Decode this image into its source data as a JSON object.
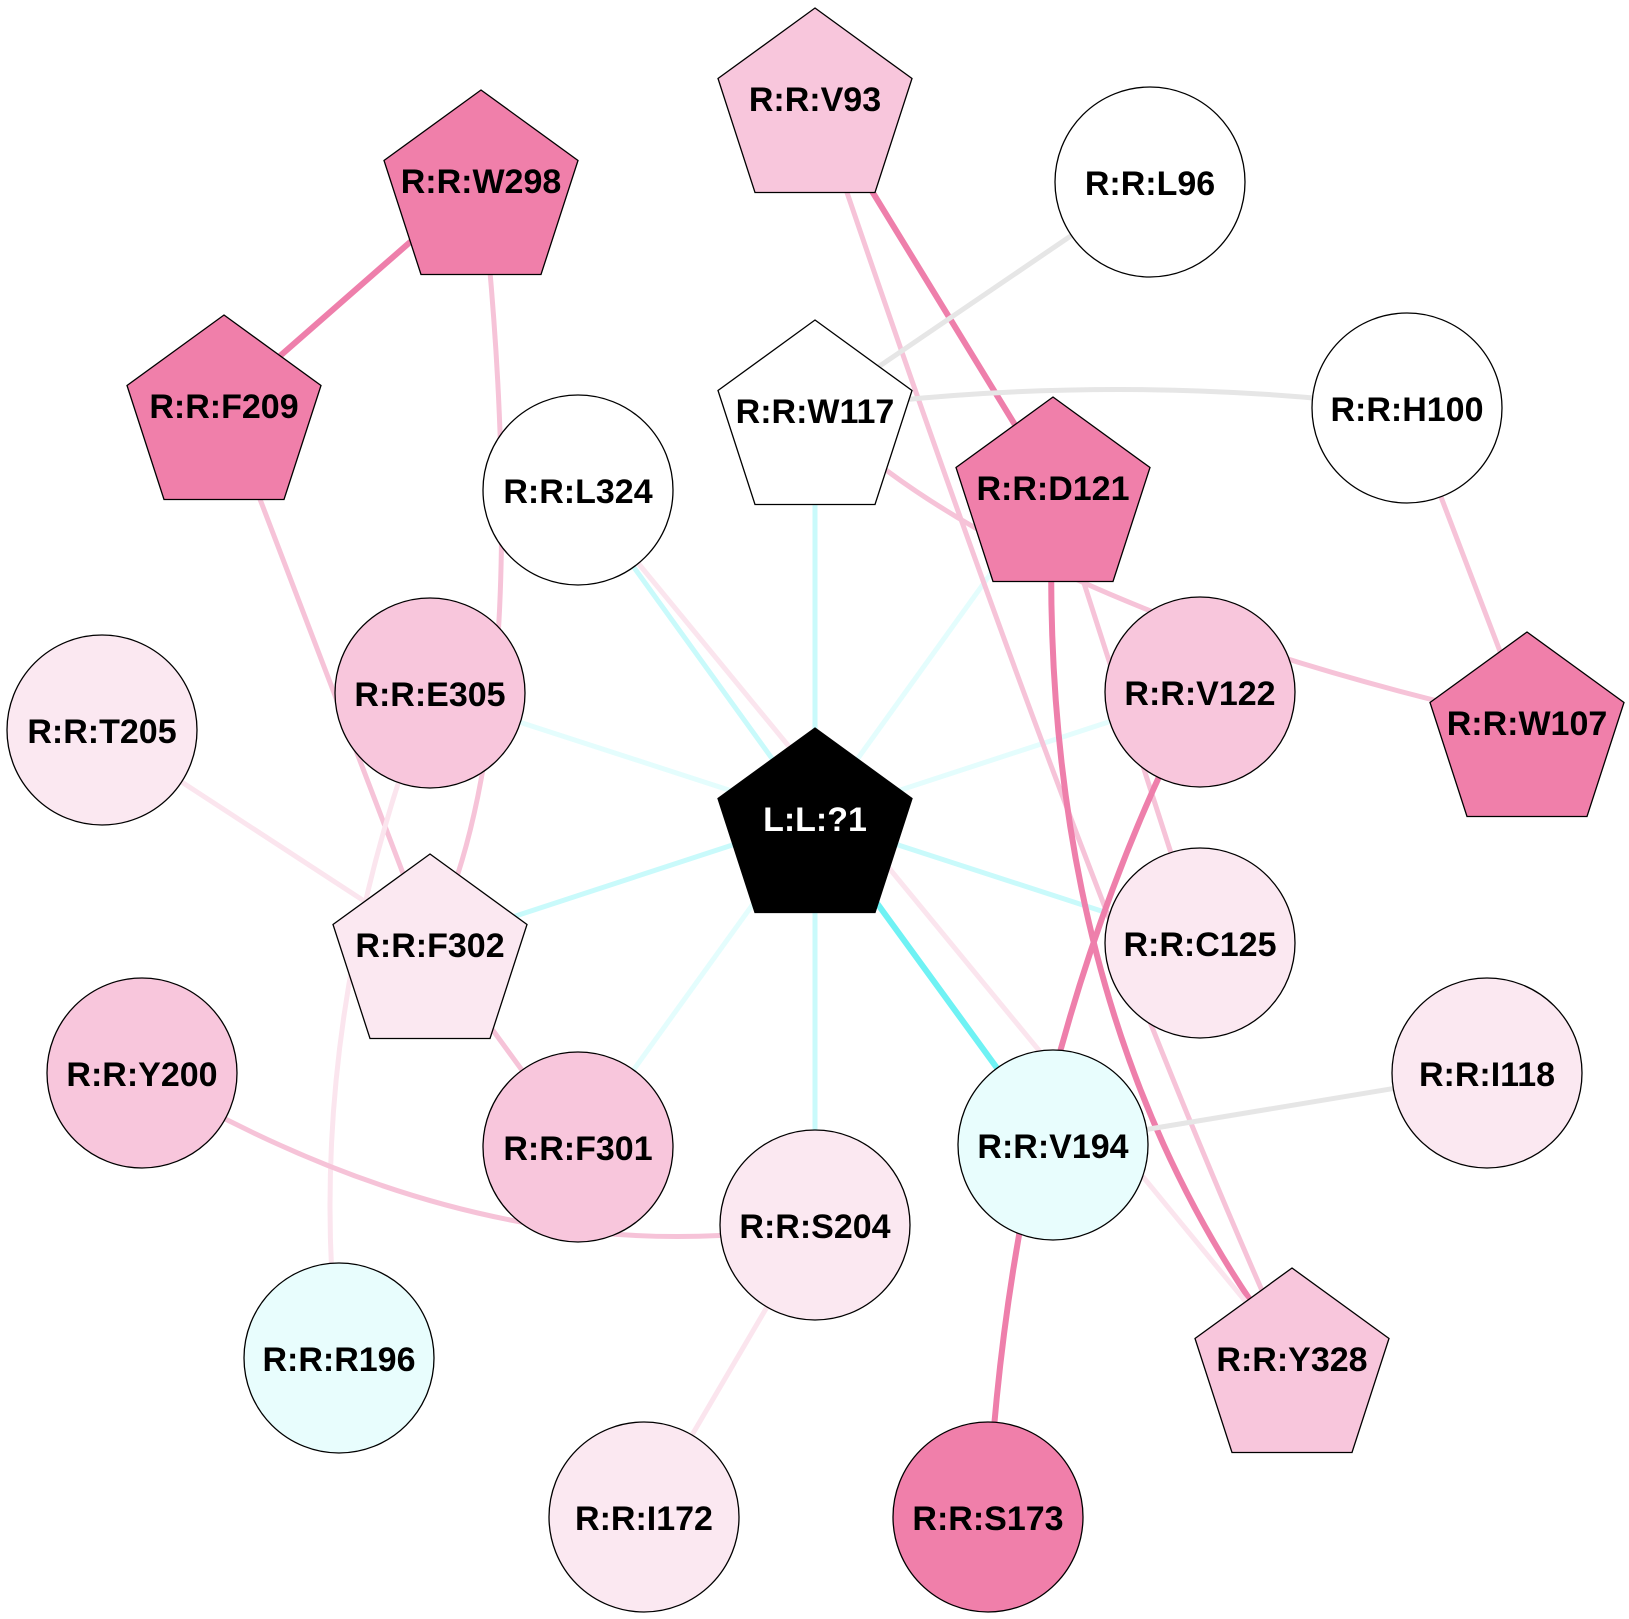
{
  "palette": {
    "strong_pink": "#f07faa",
    "light_pink": "#f8c6dc",
    "pale_pink": "#fbe8f1",
    "white": "#ffffff",
    "pale_cyan": "#e8fdfd",
    "ligand": "#000000",
    "edge_cyan_strong": "#6ff2f4",
    "edge_cyan": "#c9fafb",
    "edge_cyan_faint": "#e4fdfd",
    "edge_pink_strong": "#ee7fab",
    "edge_pink": "#f6c3d8",
    "edge_pink_faint": "#fbe5ee",
    "edge_gray": "#e6e6e6"
  },
  "nodes": [
    {
      "id": "L:L:?1",
      "label": "L:L:?1",
      "shape": "pentagon",
      "fill": "ligand",
      "text_color": "#ffffff"
    },
    {
      "id": "R:R:V93",
      "label": "R:R:V93",
      "shape": "pentagon",
      "fill": "light_pink"
    },
    {
      "id": "R:R:W298",
      "label": "R:R:W298",
      "shape": "pentagon",
      "fill": "strong_pink"
    },
    {
      "id": "R:R:L96",
      "label": "R:R:L96",
      "shape": "circle",
      "fill": "white"
    },
    {
      "id": "R:R:F209",
      "label": "R:R:F209",
      "shape": "pentagon",
      "fill": "strong_pink"
    },
    {
      "id": "R:R:W117",
      "label": "R:R:W117",
      "shape": "pentagon",
      "fill": "white"
    },
    {
      "id": "R:R:H100",
      "label": "R:R:H100",
      "shape": "circle",
      "fill": "white"
    },
    {
      "id": "R:R:L324",
      "label": "R:R:L324",
      "shape": "circle",
      "fill": "white"
    },
    {
      "id": "R:R:D121",
      "label": "R:R:D121",
      "shape": "pentagon",
      "fill": "strong_pink"
    },
    {
      "id": "R:R:E305",
      "label": "R:R:E305",
      "shape": "circle",
      "fill": "light_pink"
    },
    {
      "id": "R:R:V122",
      "label": "R:R:V122",
      "shape": "circle",
      "fill": "light_pink"
    },
    {
      "id": "R:R:W107",
      "label": "R:R:W107",
      "shape": "pentagon",
      "fill": "strong_pink"
    },
    {
      "id": "R:R:T205",
      "label": "R:R:T205",
      "shape": "circle",
      "fill": "pale_pink"
    },
    {
      "id": "R:R:F302",
      "label": "R:R:F302",
      "shape": "pentagon",
      "fill": "pale_pink"
    },
    {
      "id": "R:R:C125",
      "label": "R:R:C125",
      "shape": "circle",
      "fill": "pale_pink"
    },
    {
      "id": "R:R:Y200",
      "label": "R:R:Y200",
      "shape": "circle",
      "fill": "light_pink"
    },
    {
      "id": "R:R:I118",
      "label": "R:R:I118",
      "shape": "circle",
      "fill": "pale_pink"
    },
    {
      "id": "R:R:F301",
      "label": "R:R:F301",
      "shape": "circle",
      "fill": "light_pink"
    },
    {
      "id": "R:R:V194",
      "label": "R:R:V194",
      "shape": "circle",
      "fill": "pale_cyan"
    },
    {
      "id": "R:R:S204",
      "label": "R:R:S204",
      "shape": "circle",
      "fill": "pale_pink"
    },
    {
      "id": "R:R:R196",
      "label": "R:R:R196",
      "shape": "circle",
      "fill": "pale_cyan"
    },
    {
      "id": "R:R:Y328",
      "label": "R:R:Y328",
      "shape": "pentagon",
      "fill": "light_pink"
    },
    {
      "id": "R:R:I172",
      "label": "R:R:I172",
      "shape": "circle",
      "fill": "pale_pink"
    },
    {
      "id": "R:R:S173",
      "label": "R:R:S173",
      "shape": "circle",
      "fill": "strong_pink"
    }
  ],
  "edges": [
    {
      "source": "L:L:?1",
      "target": "R:R:W117",
      "color": "edge_cyan"
    },
    {
      "source": "L:L:?1",
      "target": "R:R:L324",
      "color": "edge_cyan"
    },
    {
      "source": "L:L:?1",
      "target": "R:R:D121",
      "color": "edge_cyan_faint"
    },
    {
      "source": "L:L:?1",
      "target": "R:R:E305",
      "color": "edge_cyan_faint"
    },
    {
      "source": "L:L:?1",
      "target": "R:R:V122",
      "color": "edge_cyan_faint"
    },
    {
      "source": "L:L:?1",
      "target": "R:R:F302",
      "color": "edge_cyan"
    },
    {
      "source": "L:L:?1",
      "target": "R:R:C125",
      "color": "edge_cyan"
    },
    {
      "source": "L:L:?1",
      "target": "R:R:F301",
      "color": "edge_cyan_faint"
    },
    {
      "source": "L:L:?1",
      "target": "R:R:S204",
      "color": "edge_cyan"
    },
    {
      "source": "L:L:?1",
      "target": "R:R:V194",
      "color": "edge_cyan_strong"
    },
    {
      "source": "R:R:W298",
      "target": "R:R:F209",
      "color": "edge_pink_strong"
    },
    {
      "source": "R:R:W298",
      "target": "R:R:F302",
      "color": "edge_pink",
      "curved": true
    },
    {
      "source": "R:R:F209",
      "target": "R:R:F302",
      "color": "edge_pink"
    },
    {
      "source": "R:R:V93",
      "target": "R:R:D121",
      "color": "edge_pink_strong"
    },
    {
      "source": "R:R:V93",
      "target": "R:R:Y328",
      "color": "edge_pink",
      "curved": true
    },
    {
      "source": "R:R:L96",
      "target": "R:R:W117",
      "color": "edge_gray"
    },
    {
      "source": "R:R:W117",
      "target": "R:R:H100",
      "color": "edge_gray",
      "curved": true
    },
    {
      "source": "R:R:W117",
      "target": "R:R:W107",
      "color": "edge_pink",
      "curved": true
    },
    {
      "source": "R:R:H100",
      "target": "R:R:W107",
      "color": "edge_pink"
    },
    {
      "source": "R:R:D121",
      "target": "R:R:C125",
      "color": "edge_pink"
    },
    {
      "source": "R:R:D121",
      "target": "R:R:Y328",
      "color": "edge_pink_strong",
      "curved": true
    },
    {
      "source": "R:R:V122",
      "target": "R:R:S173",
      "color": "edge_pink_strong",
      "curved": true
    },
    {
      "source": "R:R:L324",
      "target": "R:R:Y328",
      "color": "edge_pink_faint"
    },
    {
      "source": "R:R:T205",
      "target": "R:R:F302",
      "color": "edge_pink_faint"
    },
    {
      "source": "R:R:E305",
      "target": "R:R:R196",
      "color": "edge_pink_faint",
      "curved": true
    },
    {
      "source": "R:R:F302",
      "target": "R:R:F301",
      "color": "edge_pink"
    },
    {
      "source": "R:R:Y200",
      "target": "R:R:S204",
      "color": "edge_pink",
      "curved": true
    },
    {
      "source": "R:R:S204",
      "target": "R:R:I172",
      "color": "edge_pink_faint"
    },
    {
      "source": "R:R:V194",
      "target": "R:R:I118",
      "color": "edge_gray"
    }
  ]
}
